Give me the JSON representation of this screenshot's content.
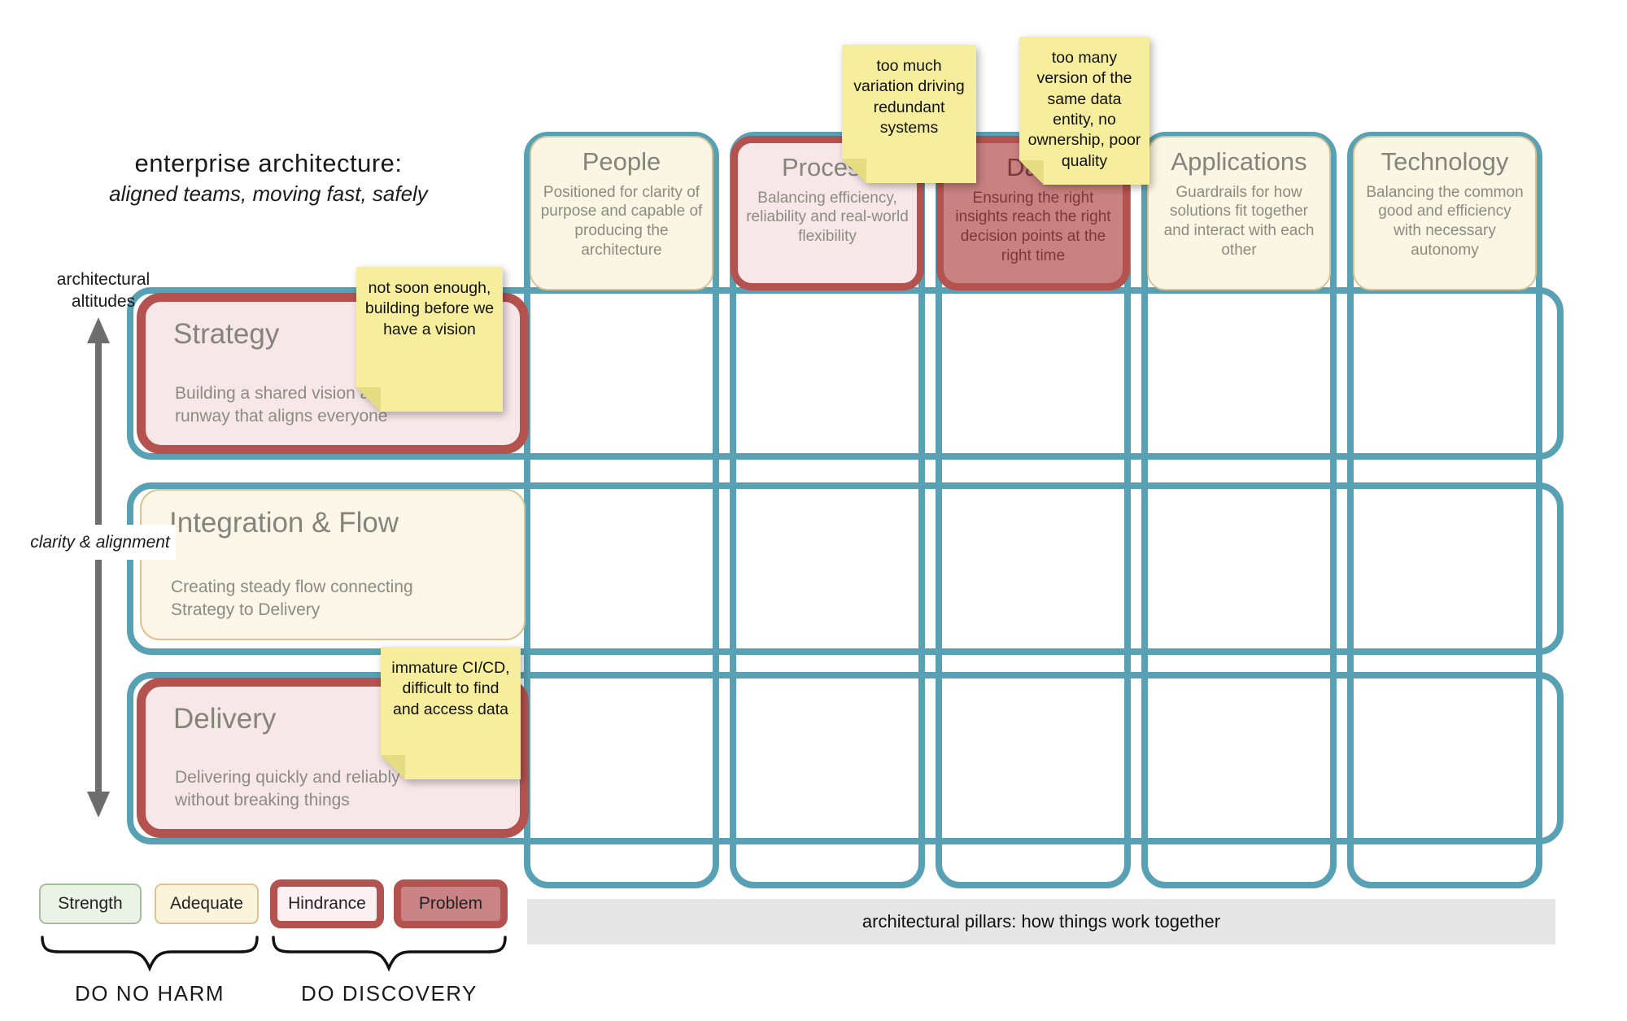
{
  "title": {
    "line1": "enterprise architecture:",
    "line2": "aligned teams, moving fast, safely"
  },
  "left_axis": {
    "top_label": "architectural altitudes",
    "mid_label": "clarity & alignment"
  },
  "columns": [
    {
      "name": "People",
      "status": "adequate",
      "description": "Positioned for clarity of purpose and capable of producing the architecture"
    },
    {
      "name": "Process",
      "status": "hindrance",
      "description": "Balancing efficiency, reliability and real-world flexibility"
    },
    {
      "name": "Data",
      "status": "problem",
      "description": "Ensuring the right insights reach the right decision points at the right time"
    },
    {
      "name": "Applications",
      "status": "adequate",
      "description": "Guardrails for how solutions fit together and interact with each other"
    },
    {
      "name": "Technology",
      "status": "adequate",
      "description": "Balancing the common good and efficiency with necessary autonomy"
    }
  ],
  "rows": [
    {
      "name": "Strategy",
      "status": "hindrance",
      "description": "Building a shared vision and runway that aligns everyone"
    },
    {
      "name": "Integration & Flow",
      "status": "adequate",
      "description": "Creating steady flow connecting Strategy to Delivery"
    },
    {
      "name": "Delivery",
      "status": "hindrance",
      "description": "Delivering quickly and reliably without breaking things"
    }
  ],
  "sticky_notes": [
    {
      "attached_to": "Process",
      "text": "too much variation driving redundant systems"
    },
    {
      "attached_to": "Data",
      "text": "too many version of the same data entity, no ownership, poor quality"
    },
    {
      "attached_to": "Strategy",
      "text": "not soon enough, building before we have a vision"
    },
    {
      "attached_to": "Delivery",
      "text": "immature CI/CD, difficult to find and access data"
    }
  ],
  "legend": {
    "items": [
      {
        "label": "Strength",
        "status": "strength"
      },
      {
        "label": "Adequate",
        "status": "adequate"
      },
      {
        "label": "Hindrance",
        "status": "hindrance"
      },
      {
        "label": "Problem",
        "status": "problem"
      }
    ],
    "groups": [
      {
        "label": "DO NO HARM"
      },
      {
        "label": "DO DISCOVERY"
      }
    ]
  },
  "footer_bar": {
    "label": "architectural pillars: how things work together"
  },
  "colors": {
    "teal_grid": "#58a1b4",
    "red_border": "#b3524e",
    "hindrance_fill": "#f8e7e9",
    "problem_fill": "#c98182",
    "adequate_fill": "#fbf5e3",
    "adequate_border": "#d9c492",
    "strength_fill": "#eaf3e6",
    "strength_border": "#a3bf9b",
    "sticky_yellow": "#f6ee9c",
    "gray_bar": "#e6e6e6",
    "box_text_gray": "#8b8b83",
    "arrow_gray": "#6d6d6d"
  }
}
